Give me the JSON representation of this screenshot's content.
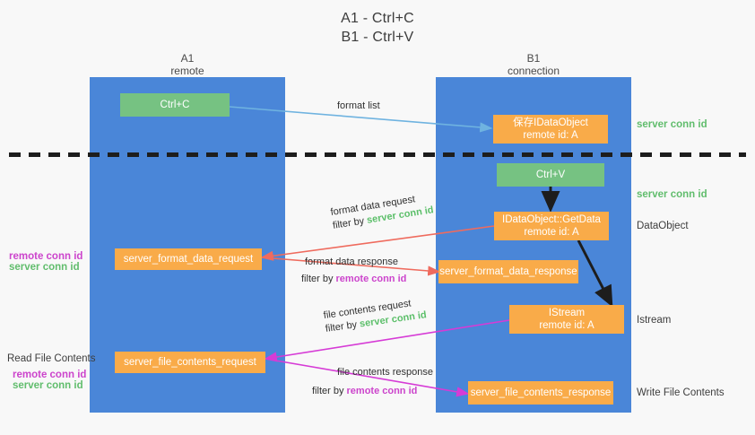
{
  "title": {
    "line1": "A1 - Ctrl+C",
    "line2": "B1 - Ctrl+V"
  },
  "lanes": [
    {
      "name": "A1",
      "sub": "remote"
    },
    {
      "name": "B1",
      "sub": "connection"
    }
  ],
  "nodes": {
    "ctrl_c": {
      "line1": "Ctrl+C"
    },
    "ctrl_v": {
      "line1": "Ctrl+V"
    },
    "save_idataobject": {
      "line1": "保存IDataObject",
      "line2": "remote id: A"
    },
    "getdata": {
      "line1": "IDataObject::GetData",
      "line2": "remote id: A"
    },
    "istream": {
      "line1": "IStream",
      "line2": "remote id: A"
    },
    "fmt_req": {
      "line1": "server_format_data_request"
    },
    "fmt_resp": {
      "line1": "server_format_data_response"
    },
    "file_req": {
      "line1": "server_file_contents_request"
    },
    "file_resp": {
      "line1": "server_file_contents_response"
    }
  },
  "edge_labels": {
    "format_list": "format list",
    "fmt_req_l1": "format data request",
    "fmt_req_l2_pre": "filter by ",
    "fmt_req_l2_key": "server conn id",
    "fmt_resp_l1": "format data response",
    "fmt_resp_l2_pre": "filter by ",
    "fmt_resp_l2_key": "remote conn id",
    "file_req_l1": "file contents request",
    "file_req_l2_pre": "filter by ",
    "file_req_l2_key": "server conn id",
    "file_resp_l1": "file contents response",
    "file_resp_l2_pre": "filter by ",
    "file_resp_l2_key": "remote conn id"
  },
  "annotations": {
    "right_server_conn_1": "server conn id",
    "right_server_conn_2": "server conn id",
    "right_dataobject": "DataObject",
    "right_istream": "Istream",
    "right_write_file": "Write File Contents",
    "left_remote_conn_1": "remote conn id",
    "left_server_conn_1": "server conn id",
    "left_read_file": "Read File Contents",
    "left_remote_conn_2": "remote conn id",
    "left_server_conn_2": "server conn id"
  },
  "colors": {
    "lane": "#4a86d8",
    "orange": "#f9ab49",
    "green_box": "#76c282",
    "green_text": "#61bd6d",
    "magenta_text": "#cc44cc",
    "arrow_blue": "#6fb3e0",
    "arrow_red": "#ef6b5e",
    "arrow_magenta": "#d63bd6",
    "arrow_black": "#1d1d1d",
    "background": "#f8f8f8"
  }
}
